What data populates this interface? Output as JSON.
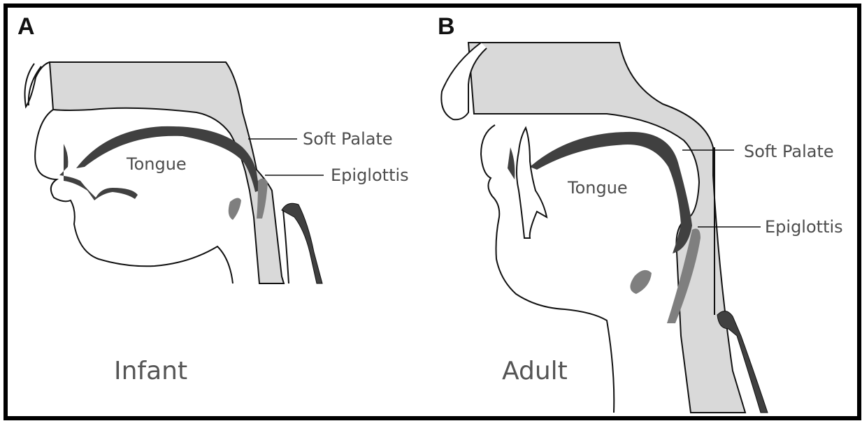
{
  "colors": {
    "airway_fill": "#d9d9d9",
    "dark_structure": "#404040",
    "mid_structure": "#7f7f7f",
    "outline": "#111111",
    "label_text": "#4d4d4d"
  },
  "panel_a": {
    "letter": "A",
    "caption": "Infant",
    "labels": {
      "tongue": "Tongue",
      "soft_palate": "Soft Palate",
      "epiglottis": "Epiglottis"
    }
  },
  "panel_b": {
    "letter": "B",
    "caption": "Adult",
    "labels": {
      "tongue": "Tongue",
      "soft_palate": "Soft Palate",
      "epiglottis": "Epiglottis"
    }
  }
}
